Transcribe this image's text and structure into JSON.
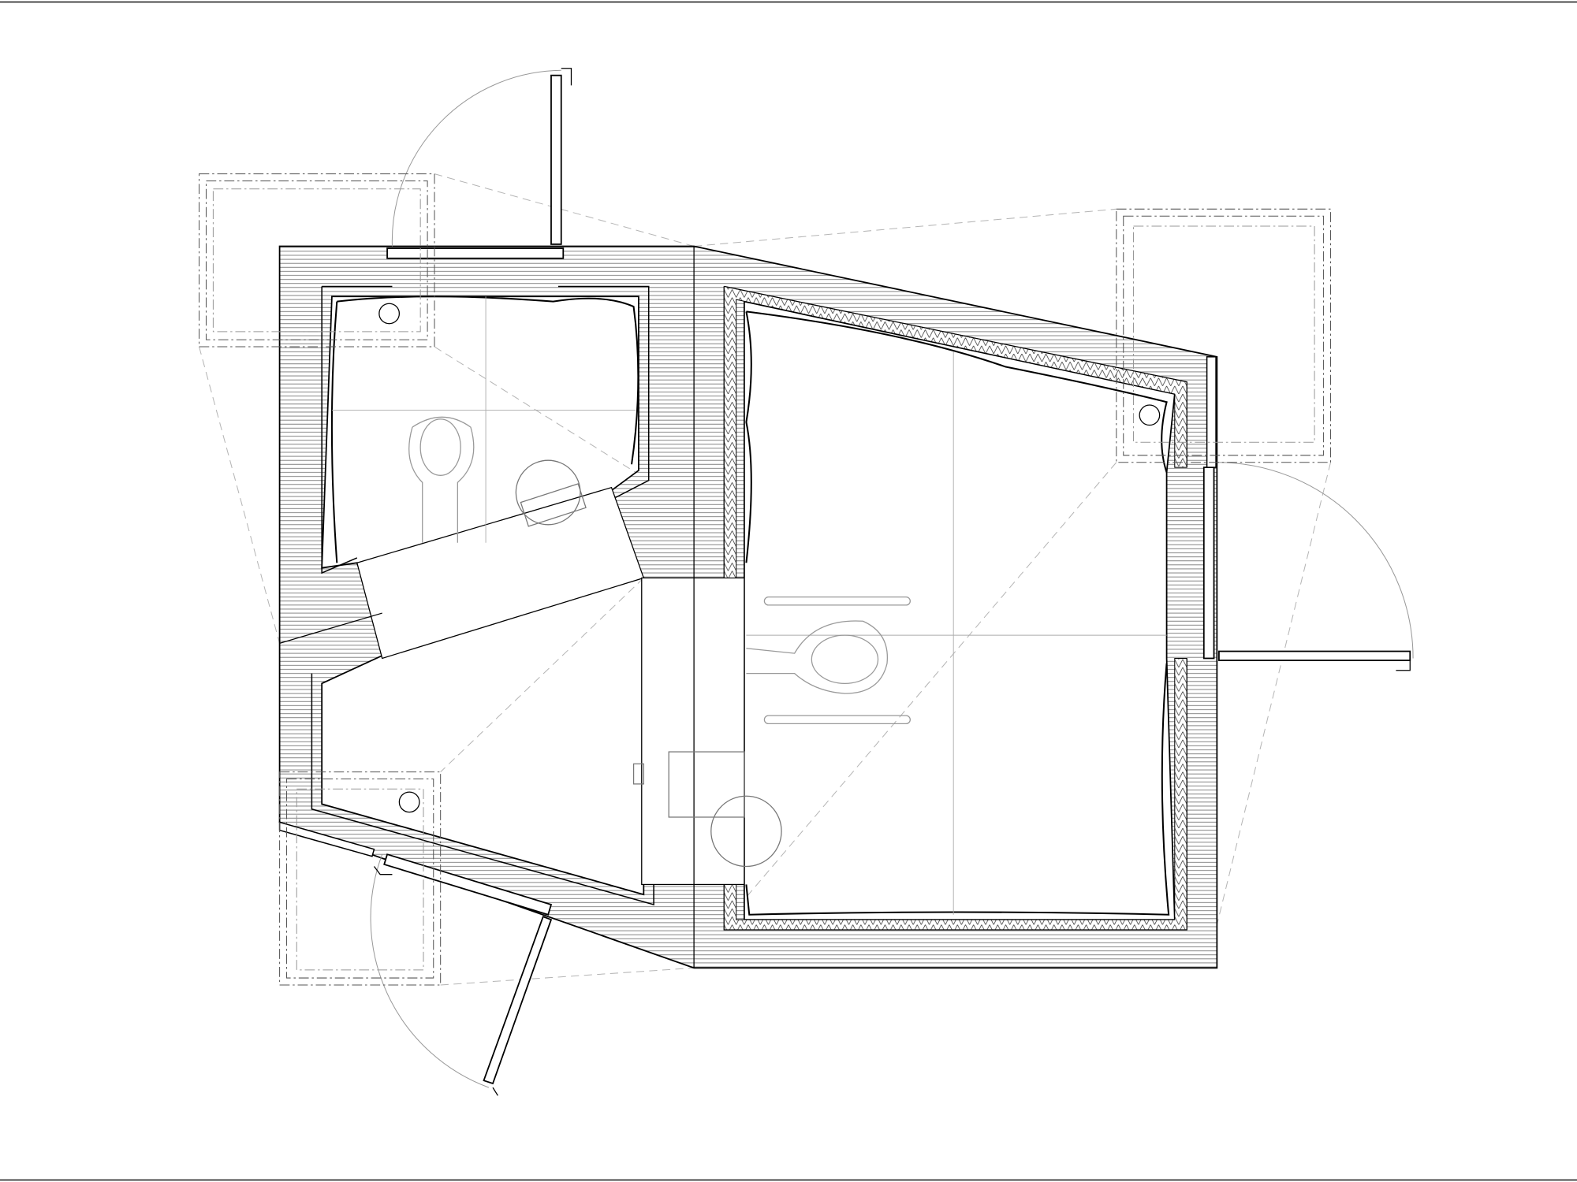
{
  "drawing": {
    "kind": "architectural floor plan",
    "rooms": [
      "restroom-top-left",
      "restroom-bottom-left",
      "restroom-right",
      "service-corridor"
    ],
    "doors": [
      "door-top",
      "door-right",
      "door-bottom-left"
    ],
    "fixtures": [
      "toilet",
      "washbasin",
      "grab-bar",
      "floor-drain"
    ]
  },
  "colors": {
    "line": "#000000",
    "thin_line": "#9a9a9a",
    "dashed_line": "#b0b0b0",
    "wall_hatch": "#6a6a6a",
    "background": "#ffffff"
  }
}
